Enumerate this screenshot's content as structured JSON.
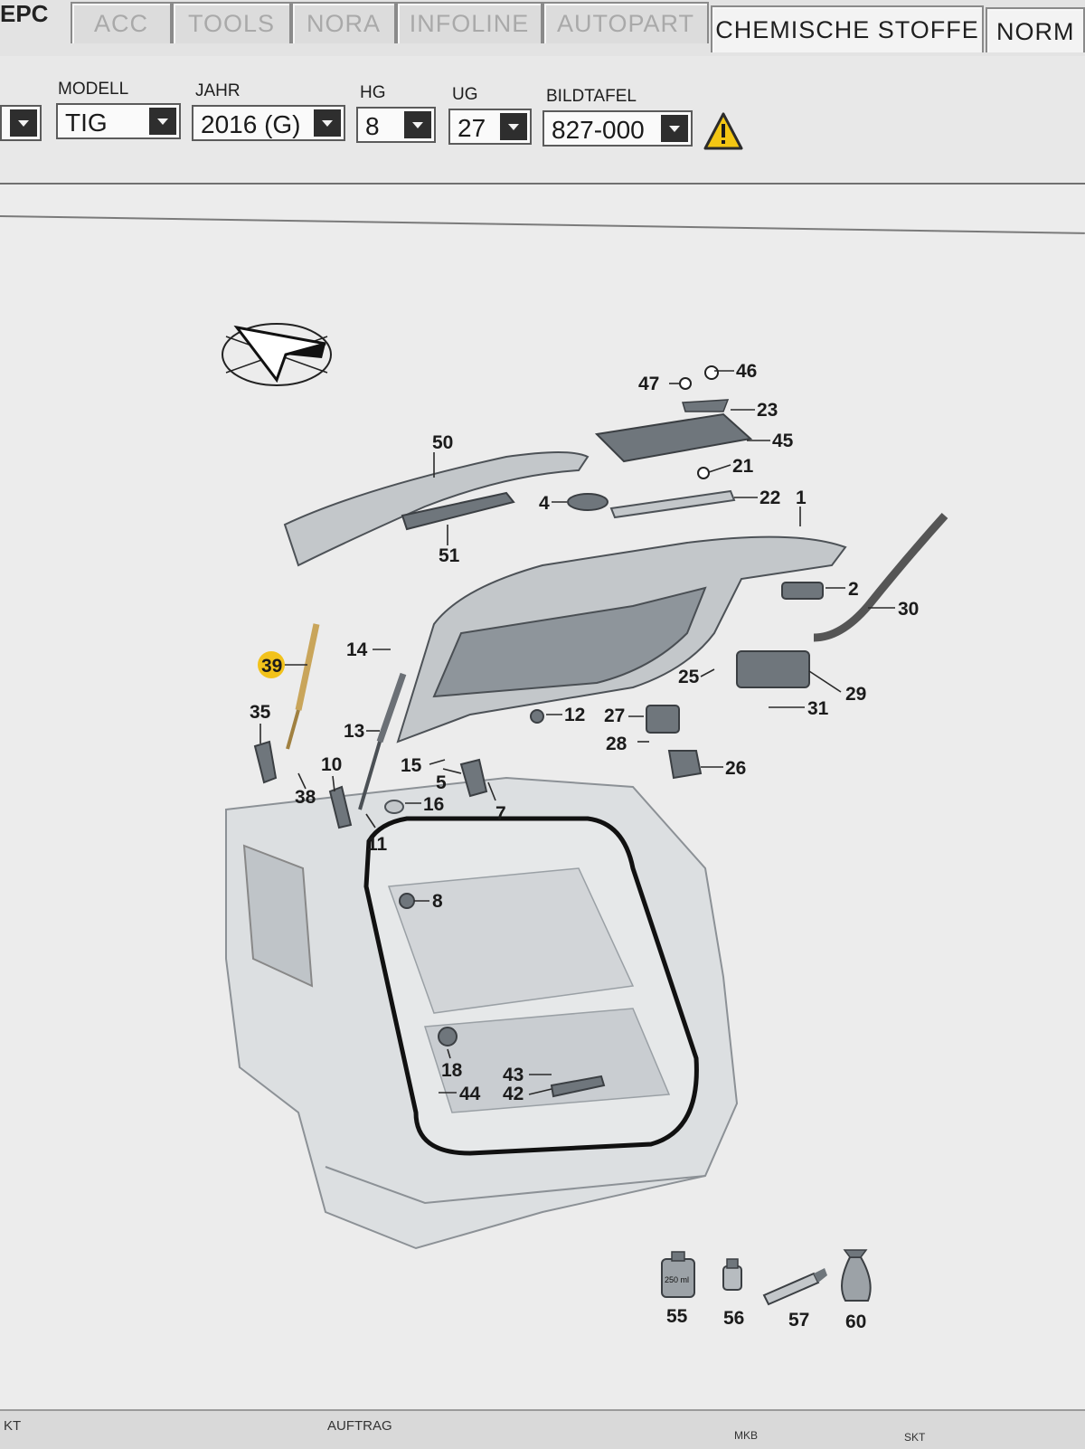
{
  "app": {
    "title": "EPC"
  },
  "tabs": [
    {
      "label": "ACC",
      "active": false
    },
    {
      "label": "TOOLS",
      "active": false
    },
    {
      "label": "NORA",
      "active": false
    },
    {
      "label": "INFOLINE",
      "active": false
    },
    {
      "label": "AUTOPART",
      "active": false
    },
    {
      "label": "CHEMISCHE STOFFE",
      "active": true
    },
    {
      "label": "NORM",
      "active": false
    }
  ],
  "selectors": {
    "modell": {
      "label": "MODELL",
      "value": "TIG"
    },
    "jahr": {
      "label": "JAHR",
      "value": "2016 (G)"
    },
    "hg": {
      "label": "HG",
      "value": "8"
    },
    "ug": {
      "label": "UG",
      "value": "27"
    },
    "bildtafel": {
      "label": "BILDTAFEL",
      "value": "827-000"
    }
  },
  "colors": {
    "highlight": "#f2c21b",
    "warning": "#f3c613"
  },
  "diagram": {
    "highlighted_part": "39",
    "callouts": [
      "1",
      "2",
      "4",
      "5",
      "7",
      "8",
      "10",
      "11",
      "12",
      "13",
      "14",
      "15",
      "16",
      "18",
      "21",
      "22",
      "23",
      "25",
      "26",
      "27",
      "28",
      "29",
      "30",
      "31",
      "35",
      "38",
      "39",
      "42",
      "43",
      "44",
      "45",
      "46",
      "47",
      "50",
      "51",
      "55",
      "56",
      "57",
      "60"
    ],
    "container_label": "250 ml"
  },
  "footer": {
    "left": "KT",
    "auftrag": "AUFTRAG",
    "mkb": "MKB",
    "right": "SKT"
  }
}
